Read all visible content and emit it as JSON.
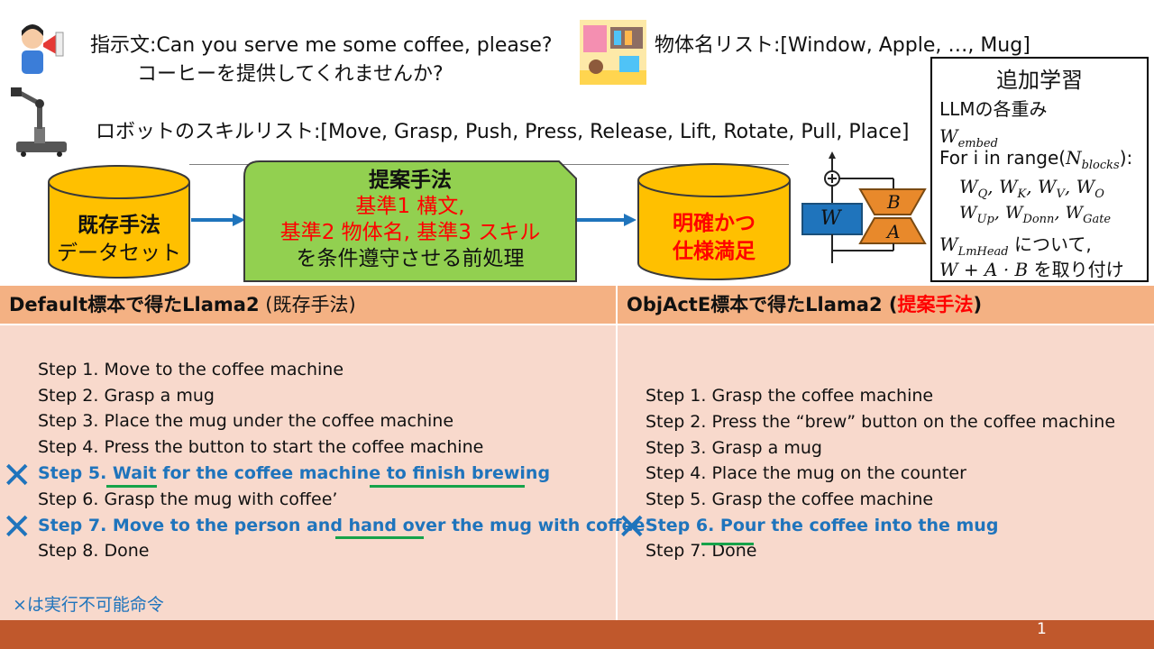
{
  "header": {
    "instruction_label": "指示文:Can you serve me some coffee, please?",
    "instruction_ja": "コーヒーを提供してくれませんか?",
    "object_list": "物体名リスト:[Window, Apple, …, Mug]",
    "skill_list": "ロボットのスキルリスト:[Move, Grasp, Push, Press, Release, Lift, Rotate, Pull, Place]"
  },
  "flow": {
    "existing_line1": "既存手法",
    "existing_line2": "データセット",
    "proposal_title": "提案手法",
    "proposal_line2": "基準1 構文,",
    "proposal_line3": "基準2 物体名, 基準3 スキル",
    "proposal_line4": "を条件遵守させる前処理",
    "result_line1": "明確かつ",
    "result_line2": "仕様満足"
  },
  "lora": {
    "w": "W",
    "b": "B",
    "a": "A",
    "plus": "+"
  },
  "additional": {
    "title": "追加学習",
    "line1": "LLMの各重み",
    "embed_base": "W",
    "embed_sub": "embed",
    "for_prefix": "For i in range(",
    "for_n": "N",
    "for_sub": "blocks",
    "for_suffix": "):",
    "wq": "W",
    "wq_sub": "Q",
    "wk": "W",
    "wk_sub": "K",
    "wv": "W",
    "wv_sub": "V",
    "wo": "W",
    "wo_sub": "O",
    "wup": "W",
    "wup_sub": "Up",
    "wdonn": "W",
    "wdonn_sub": "Donn",
    "wgate": "W",
    "wgate_sub": "Gate",
    "lm_base": "W",
    "lm_sub": "LmHead",
    "lm_suffix": " について,",
    "formula": "W + A · B",
    "formula_suffix": " を取り付け"
  },
  "left_panel": {
    "head_bold": "Default標本で得たLlama2",
    "head_rest": " (既存手法)",
    "steps": [
      "Step 1. Move to the coffee machine",
      "Step 2. Grasp a mug",
      "Step 3. Place the mug under the coffee machine",
      "Step 4. Press the button to start the coffee machine",
      "Step 5. Wait for the coffee machine to finish brewing",
      "Step 6. Grasp the mug with coffee’",
      "Step 7. Move to the person and hand over the mug with coffee’",
      "Step 8. Done"
    ],
    "note": "×は実行不可能命令"
  },
  "right_panel": {
    "head_bold": "ObjActE標本で得たLlama2 (",
    "head_red": "提案手法",
    "head_close": ")",
    "steps": [
      "Step 1. Grasp the coffee machine",
      "Step 2. Press the “brew” button on the coffee machine",
      "Step 3. Grasp a mug",
      "Step 4. Place the mug on the counter",
      "Step 5. Grasp the coffee machine",
      "Step 6. Pour the coffee into the mug",
      "Step 7. Done"
    ]
  },
  "cross_mark": "✕",
  "page_number": "1",
  "colors": {
    "cylinder_fill": "#ffc000",
    "proposal_fill": "#92d050",
    "lora_blue": "#1f74bc",
    "lora_orange": "#e8892b",
    "panel_head": "#f4b183",
    "panel_body": "#f8d9cc",
    "footer": "#c0582c",
    "invalid_step": "#1f74bc",
    "underline": "#16a34a"
  }
}
